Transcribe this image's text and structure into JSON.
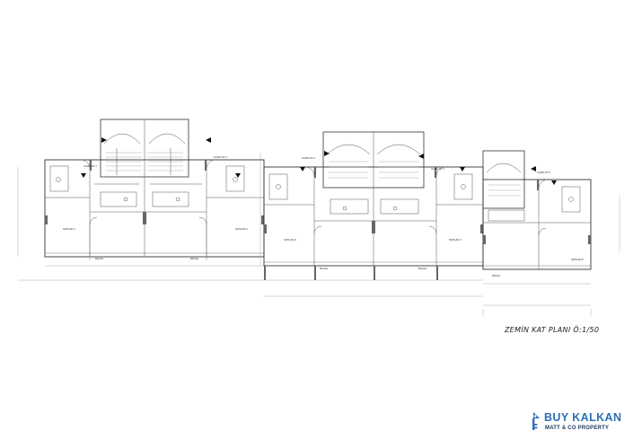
{
  "drawing": {
    "title": "ZEMİN KAT PLANI Ö:1/50"
  },
  "brand": {
    "name": "BUY KALKAN",
    "tagline": "MATT & CO PROPERTY",
    "name_color": "#2d6fb5",
    "tagline_color": "#1f3b62"
  },
  "units": {
    "a": {
      "entrance_1": "GARİS NO 1",
      "entrance_2": "GARİS NO 2",
      "room_1": "SATILAN 1",
      "room_2": "SATILAN 2",
      "left": "BAHCE",
      "right": "BAHCE"
    },
    "b": {
      "entrance_1": "GARİS NO 3",
      "entrance_2": "GARİS NO 4",
      "room_1": "SATILAN 3",
      "room_2": "SATILAN 4",
      "left": "BAHCE",
      "right": "BAHCE"
    },
    "c": {
      "entrance_1": "GARİS NO 5",
      "room_1": "SATILAN 5",
      "left": "BAHCE"
    }
  }
}
